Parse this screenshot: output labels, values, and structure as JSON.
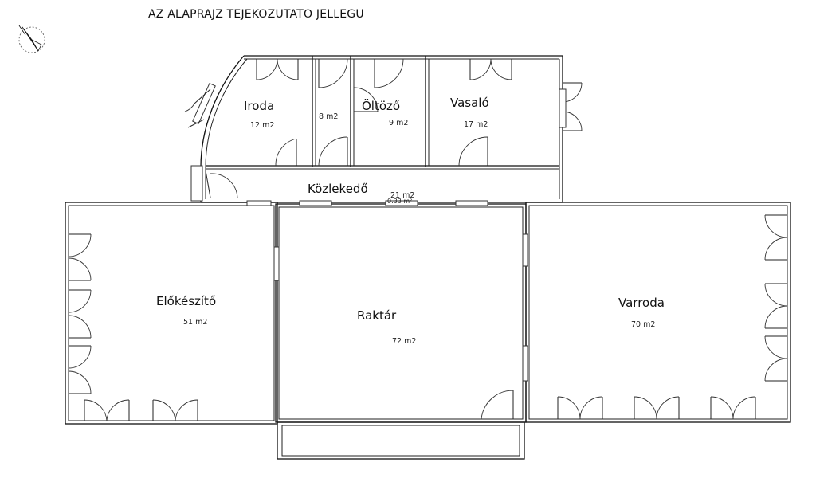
{
  "title": "AZ ALAPRAJZ TEJEKOZUTATO JELLEGU",
  "rooms": [
    {
      "name": "Iroda",
      "area": "12 m2"
    },
    {
      "name": "",
      "area": "8 m2"
    },
    {
      "name": "Öltöző",
      "area": "9 m2"
    },
    {
      "name": "Vasaló",
      "area": "17 m2"
    },
    {
      "name": "Közlekedő",
      "area": "21 m2"
    },
    {
      "name": "Előkészítő",
      "area": "51 m2"
    },
    {
      "name": "Raktár",
      "area": "72 m2"
    },
    {
      "name": "Varroda",
      "area": "70 m2"
    }
  ],
  "overlap_label": "0.33 m²",
  "icons": {
    "north": "north-arrow-icon"
  }
}
